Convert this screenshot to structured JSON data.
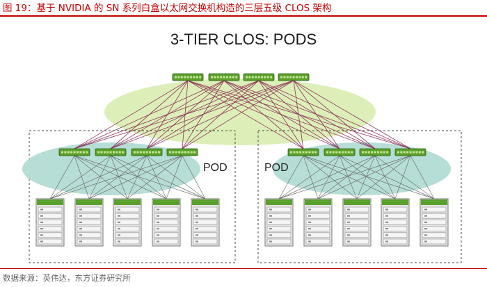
{
  "caption": "图 19：基于 NVIDIA 的 SN 系列白盒以太网交换机构造的三层五级 CLOS 架构",
  "source": "数据来源：英伟达，东方证券研究所",
  "diagram": {
    "title": "3-TIER CLOS: PODS",
    "pods": [
      {
        "label": "POD",
        "leaf_switches": 4,
        "racks": 5
      },
      {
        "label": "POD",
        "leaf_switches": 4,
        "racks": 5
      }
    ],
    "spine_switches": 4,
    "colors": {
      "switch_green": "#5aa02c",
      "uplink_lines": "#8a2c55",
      "pod_lines": "#666666",
      "spine_halo": "#dcefb8",
      "pod_ellipse": "#b6ddd6",
      "accent_red": "#c00000"
    }
  }
}
